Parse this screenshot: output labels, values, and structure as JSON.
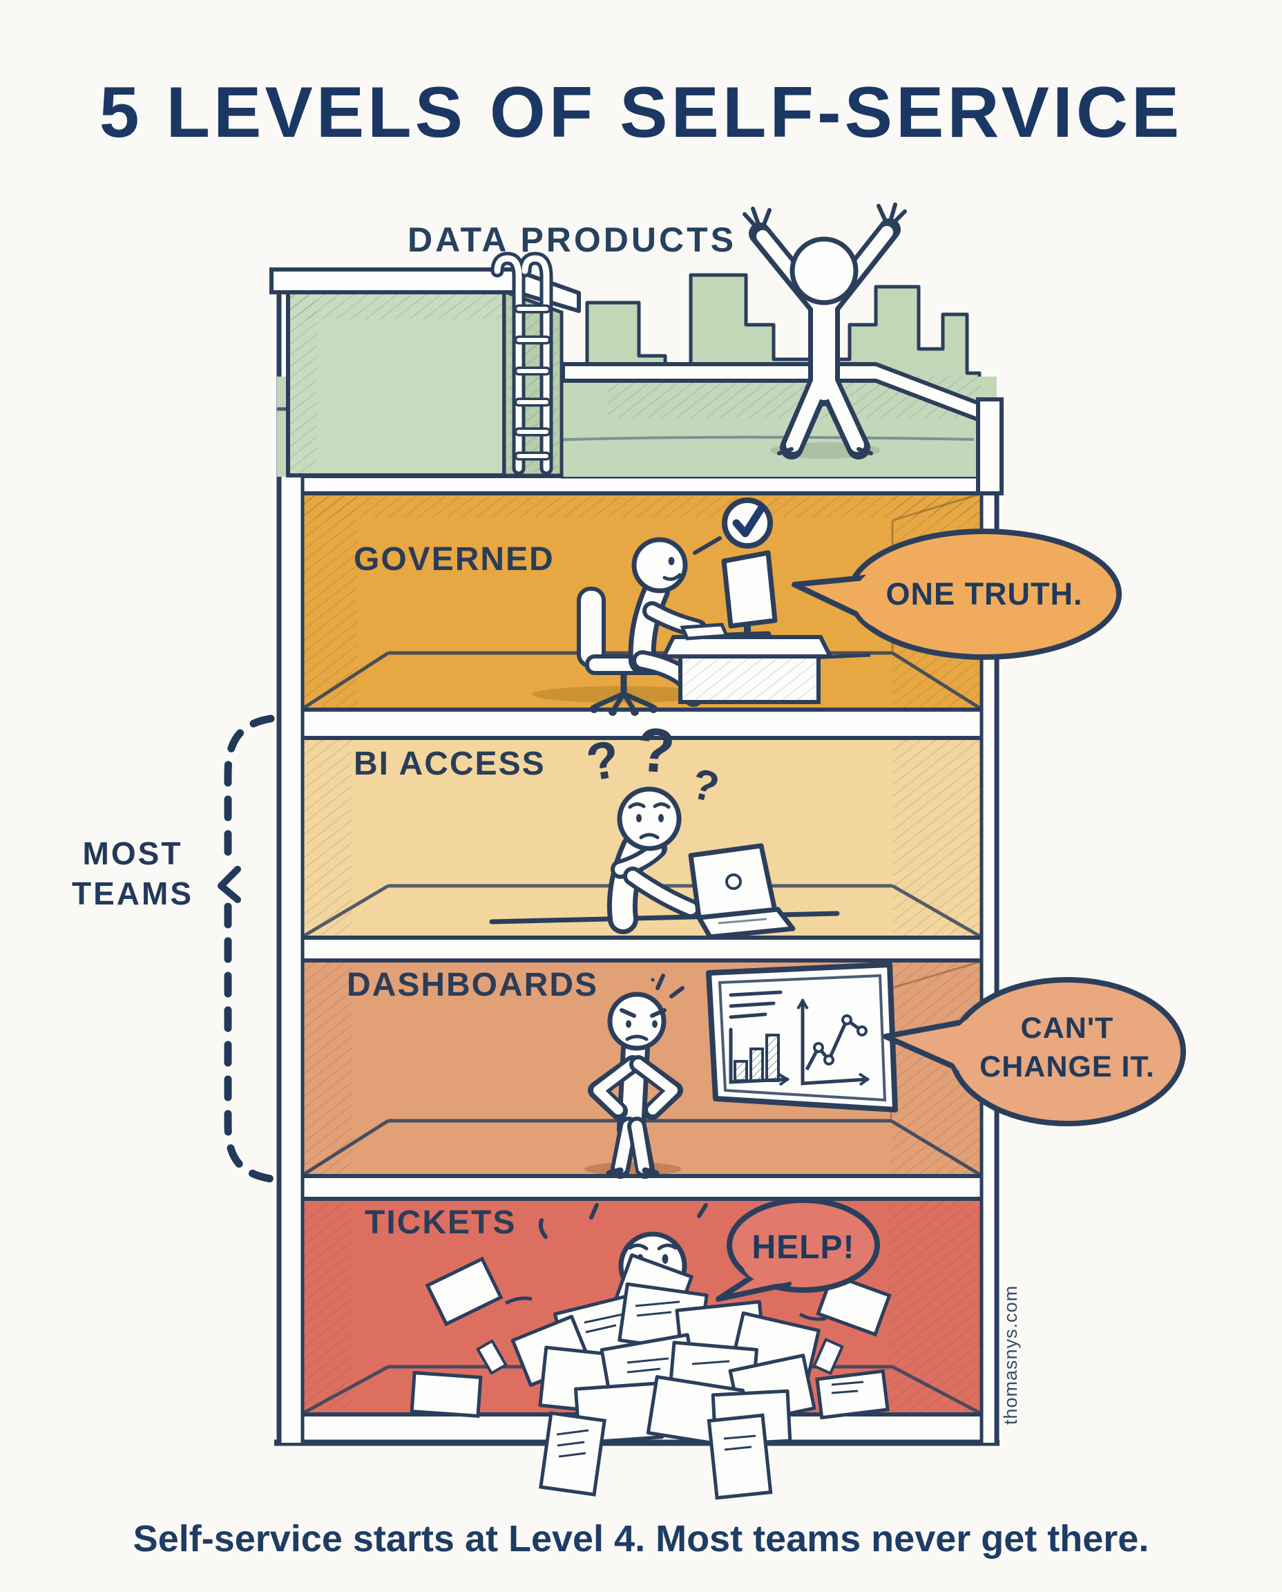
{
  "title": "5 LEVELS OF SELF-SERVICE",
  "caption": "Self-service starts at Level 4. Most teams never get there.",
  "watermark": "thomasnys.com",
  "annotation": {
    "line1": "MOST",
    "line2": "TEAMS"
  },
  "levels": [
    {
      "id": "data-products",
      "label": "DATA PRODUCTS",
      "color": "#C9DCC1",
      "scene": "figure celebrating on rooftop with city skyline"
    },
    {
      "id": "governed",
      "label": "GOVERNED",
      "color": "#E7A743",
      "bubble": "ONE TRUTH.",
      "scene": "person working at desktop computer with checkmark"
    },
    {
      "id": "bi-access",
      "label": "BI ACCESS",
      "color": "#F3D69E",
      "question_marks": [
        "?",
        "?",
        "?"
      ],
      "scene": "confused person at laptop"
    },
    {
      "id": "dashboards",
      "label": "DASHBOARDS",
      "color": "#E2A077",
      "bubble_line1": "CAN'T",
      "bubble_line2": "CHANGE IT.",
      "scene": "annoyed person looking at wall dashboard"
    },
    {
      "id": "tickets",
      "label": "TICKETS",
      "color": "#DD6F61",
      "bubble": "HELP!",
      "scene": "panicked person buried in ticket papers"
    }
  ],
  "colors": {
    "background": "#FAF9F5",
    "ink": "#2B3F5C",
    "text_navy": "#1B3763",
    "roof_green": "#C9DCC1",
    "skyline_green": "#C2D6B8",
    "governed_orange": "#E7A743",
    "bi_tan": "#F3D69E",
    "dashboards_salmon": "#E2A077",
    "tickets_red": "#DD6F61",
    "bubble_orange": "#F0AC5C",
    "bubble_salmon": "#E9A87E",
    "bubble_red": "#E17A6C"
  }
}
